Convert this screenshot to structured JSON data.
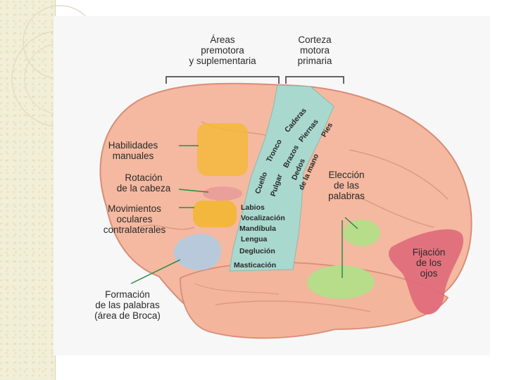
{
  "labels": {
    "premotor": "Áreas\npremotora\ny suplementaria",
    "motor_cortex": "Corteza\nmotora\nprimaria",
    "hand_skills": "Habilidades\nmanuales",
    "head_rotation": "Rotación\nde la cabeza",
    "eye_movements": "Movimientos\noculares\ncontralaterales",
    "broca": "Formación\nde las palabras\n(área de Broca)",
    "word_choice": "Elección\nde las\npalabras",
    "eye_fixation": "Fijación\nde los\nojos"
  },
  "motor_strip_upper": [
    "Cuello",
    "Tronco",
    "Caderas",
    "Pulgar",
    "Brazos",
    "Piernas",
    "Dedos",
    "de la mano",
    "Pies"
  ],
  "motor_strip_lower": [
    "Labios",
    "Vocalización",
    "Mandíbula",
    "Lengua",
    "Deglución",
    "Masticación"
  ],
  "colors": {
    "brain": "#f4b9a0",
    "brain_outline": "#d98d78",
    "motor_strip": "#a9d8cf",
    "hand_area": "#f5b73c",
    "head_area": "#e99f9a",
    "eye_area": "#f2b73c",
    "broca_area": "#b9c9dc",
    "word_area": "#b7dc8a",
    "fixation_area": "#e0697a",
    "background_paper": "#f7f7f7"
  }
}
